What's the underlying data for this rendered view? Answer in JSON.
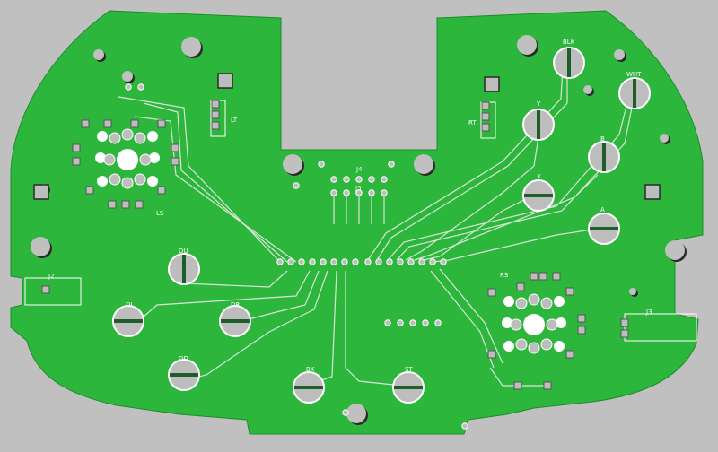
{
  "colors": {
    "background": "#c0c0c0",
    "board": "#2db63c",
    "board_edge": "#1c8c2a",
    "trace": "#d8e6d6",
    "pad": "#bdbdbd",
    "pad_dark": "#555555",
    "silkscreen": "#ffffff",
    "hole": "#c0c0c0",
    "shadow": "#2a2a2a"
  },
  "labels": {
    "ls": "LS",
    "lt": "LT",
    "rt": "RT",
    "rs": "RS",
    "j2": "J2",
    "j3": "J3",
    "j4": "J4",
    "j5": "J5",
    "du": "DU",
    "dl": "DL",
    "dr": "DR",
    "dd": "DD",
    "bk": "BK",
    "st": "ST",
    "blk": "BLK",
    "wht": "WHT",
    "y": "Y",
    "b": "B",
    "x": "X",
    "a": "A"
  }
}
